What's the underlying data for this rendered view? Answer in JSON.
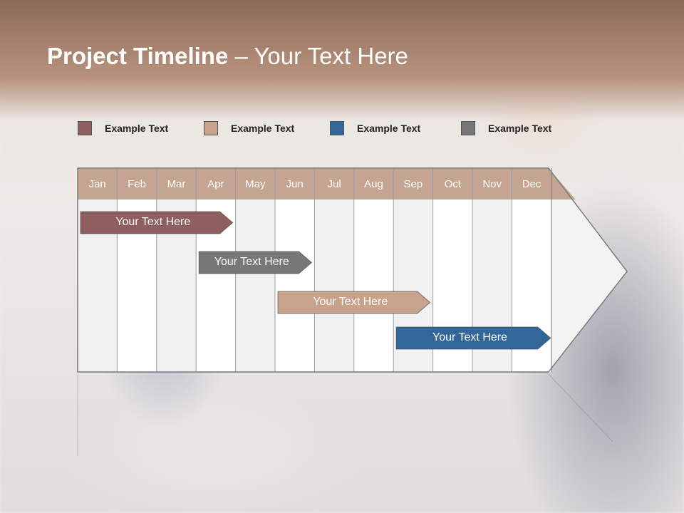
{
  "slide": {
    "title_bold": "Project Timeline",
    "title_rest": " – Your Text Here"
  },
  "legend": [
    {
      "label": "Example Text",
      "color": "#8f5f5f"
    },
    {
      "label": "Example Text",
      "color": "#c9a28c"
    },
    {
      "label": "Example Text",
      "color": "#336699"
    },
    {
      "label": "Example Text",
      "color": "#777777"
    }
  ],
  "timeline": {
    "months": [
      "Jan",
      "Feb",
      "Mar",
      "Apr",
      "May",
      "Jun",
      "Jul",
      "Aug",
      "Sep",
      "Oct",
      "Nov",
      "Dec"
    ],
    "header_color": "#c4a592",
    "tasks": [
      {
        "label": "Your  Text Here",
        "start": "Jan",
        "end": "Apr",
        "color": "#8f5f5f"
      },
      {
        "label": "Your  Text Here",
        "start": "Apr",
        "end": "Jun",
        "color": "#777777"
      },
      {
        "label": "Your  Text Here",
        "start": "Jun",
        "end": "Sep",
        "color": "#c9a28c"
      },
      {
        "label": "Your  Text Here",
        "start": "Sep",
        "end": "Dec",
        "color": "#336699"
      }
    ]
  }
}
